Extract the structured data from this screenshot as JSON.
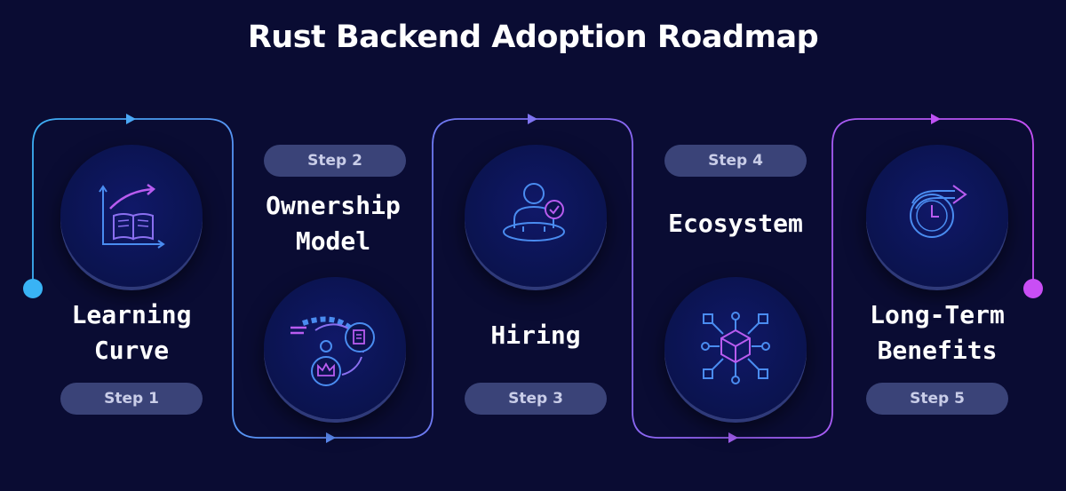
{
  "title": "Rust Backend Adoption Roadmap",
  "colors": {
    "background": "#0a0c33",
    "pill": "#3a4378",
    "pill_text": "#c9cde8",
    "path_start": "#39b3f5",
    "path_end": "#c94ef5"
  },
  "steps": [
    {
      "badge": "Step 1",
      "label_lines": [
        "Learning",
        "Curve"
      ],
      "icon": "book-growth-chart-icon"
    },
    {
      "badge": "Step 2",
      "label_lines": [
        "Ownership",
        "Model"
      ],
      "icon": "ownership-crown-document-icon"
    },
    {
      "badge": "Step 3",
      "label_lines": [
        "Hiring"
      ],
      "icon": "person-checkmark-icon"
    },
    {
      "badge": "Step 4",
      "label_lines": [
        "Ecosystem"
      ],
      "icon": "network-cube-icon"
    },
    {
      "badge": "Step 5",
      "label_lines": [
        "Long-Term",
        "Benefits"
      ],
      "icon": "clock-forward-arrow-icon"
    }
  ]
}
